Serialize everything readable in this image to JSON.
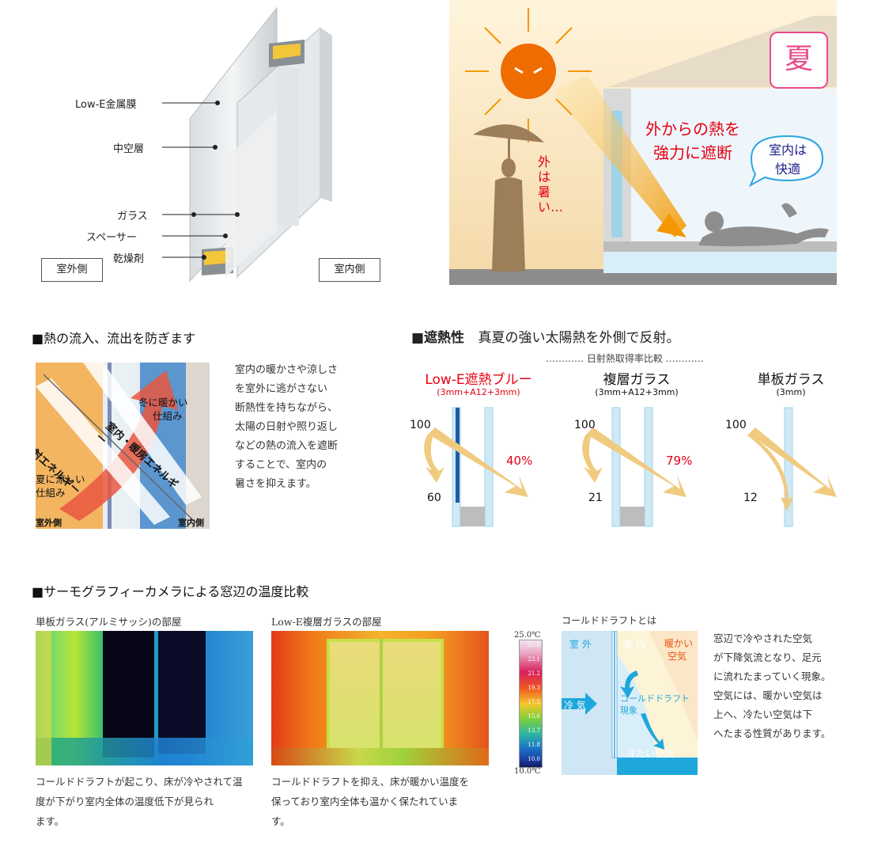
{
  "glass_diagram": {
    "labels": [
      "Low-E金属膜",
      "中空層",
      "ガラス",
      "スペーサー",
      "乾燥剤"
    ],
    "outside": "室外側",
    "inside": "室内側"
  },
  "summer_scene": {
    "badge": "夏",
    "block_text_line1": "外からの熱を",
    "block_text_line2": "強力に遮断",
    "comfort_line1": "室内は",
    "comfort_line2": "快適",
    "hot_outside": "外は暑い…"
  },
  "insulation": {
    "heading": "■熱の流入、流出を防ぎます",
    "winter_line1": "冬に暖かい",
    "winter_line2": "仕組み",
    "summer_line1": "夏に涼しい",
    "summer_line2": "仕組み",
    "solar_energy": "日射エネルギー",
    "room_energy": "室内・暖房エネルギー",
    "outside": "室外側",
    "inside": "室内側",
    "desc_lines": [
      "室内の暖かさや涼しさ",
      "を室外に逃がさない",
      "断熱性を持ちながら、",
      "太陽の日射や照り返し",
      "などの熱の流入を遮断",
      "することで、室内の",
      "暑さを抑えます。"
    ]
  },
  "heat_shield": {
    "heading_bold": "■遮熱性",
    "heading_rest": "真夏の強い太陽熱を外側で反射。",
    "subheading": "………… 日射熱取得率比較 …………",
    "items": [
      {
        "name": "Low-E遮熱ブルー",
        "spec": "(3mm+A12+3mm)",
        "in": "100",
        "reflect": "60",
        "through": "40%"
      },
      {
        "name": "複層ガラス",
        "spec": "(3mm+A12+3mm)",
        "in": "100",
        "reflect": "21",
        "through": "79%"
      },
      {
        "name": "単板ガラス",
        "spec": "(3mm)",
        "in": "100",
        "reflect": "12",
        "through": ""
      }
    ]
  },
  "thermo": {
    "heading": "■サーモグラフィーカメラによる窓辺の温度比較",
    "left_title": "単板ガラス(アルミサッシ)の部屋",
    "left_caption": [
      "コールドドラフトが起こり、床が冷やされて温",
      "度が下がり室内全体の温度低下が見られ",
      "ます。"
    ],
    "right_title": "Low-E複層ガラスの部屋",
    "right_caption": [
      "コールドドラフトを抑え、床が暖かい温度を",
      "保っており室内全体も温かく保たれていま",
      "す。"
    ],
    "scale_top": "25.0℃",
    "scale_bottom": "10.0℃",
    "scale_ticks": [
      "25.0",
      "23.1",
      "21.2",
      "19.3",
      "17.5",
      "15.6",
      "13.7",
      "11.8",
      "10.0"
    ]
  },
  "cold_draft": {
    "title": "コールドドラフトとは",
    "outside": "室 外",
    "inside": "室 内",
    "warm_line1": "暖かい",
    "warm_line2": "空気",
    "cold_air_in": "冷 気",
    "phenomenon_line1": "コールドドラフト",
    "phenomenon_line2": "現象",
    "cold_air": "冷たい空気",
    "desc_lines": [
      "窓辺で冷やされた空気",
      "が下降気流となり、足元",
      "に流れたまっていく現象。",
      "空気には、暖かい空気は",
      "上へ、冷たい空気は下",
      "へたまる性質があります。"
    ]
  }
}
